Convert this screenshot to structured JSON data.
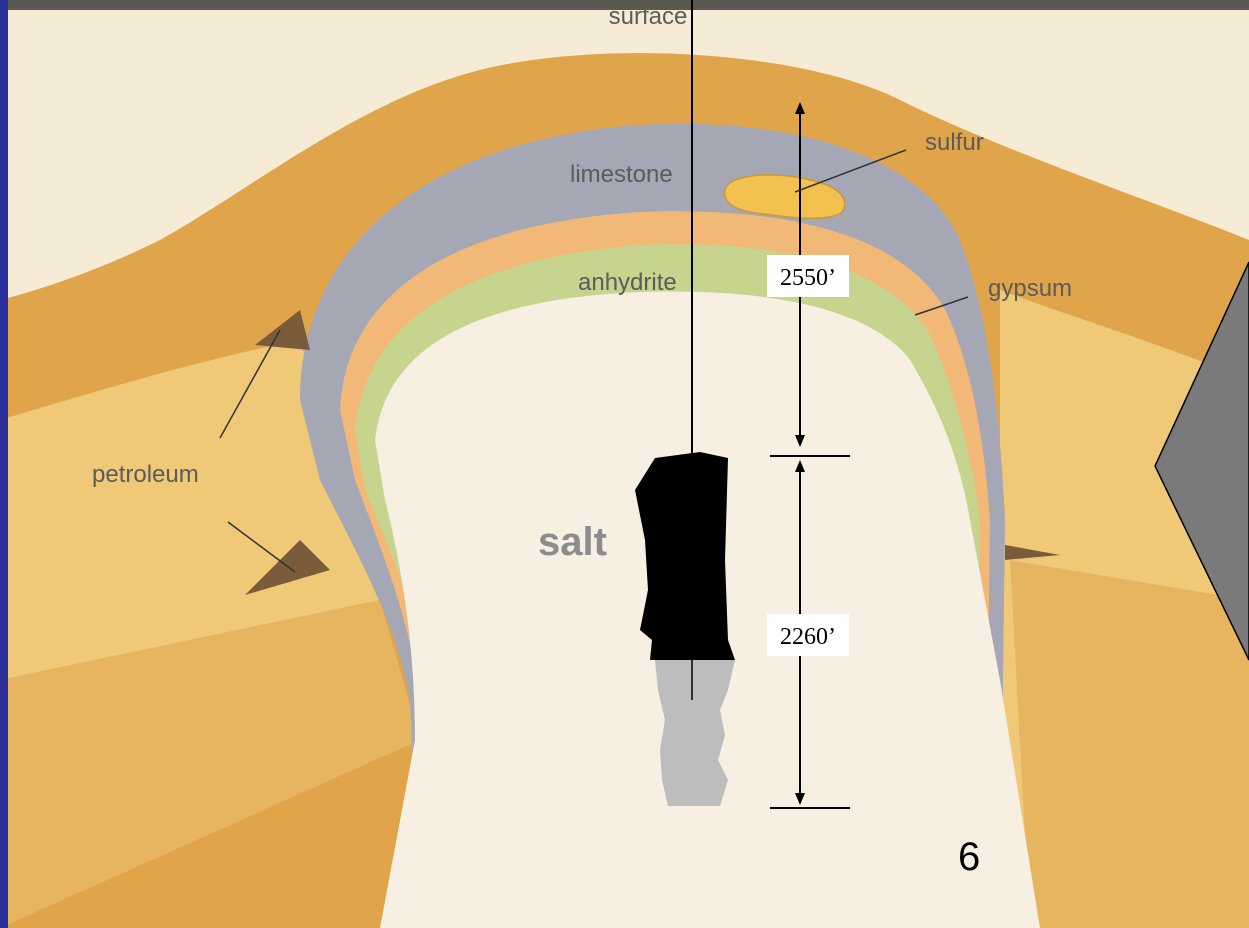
{
  "labels": {
    "surface": "surface",
    "sulfur": "sulfur",
    "limestone": "limestone",
    "anhydrite": "anhydrite",
    "gypsum": "gypsum",
    "petroleum": "petroleum",
    "salt": "salt"
  },
  "dimensions": {
    "upper": "2550’",
    "lower": "2260’"
  },
  "slide_number": "6",
  "colors": {
    "left_border": "#2b2f9a",
    "sediment": "#e0a54a",
    "sediment_light": "#efc977",
    "limestone": "#a5a7b4",
    "caprock_orange": "#f1b877",
    "anhydrite": "#c7d48e",
    "salt": "#f6efe2",
    "cavern_top": "#000000",
    "cavern_bottom": "#bdbdbd",
    "arrow_shape": "#7a7a7a"
  }
}
